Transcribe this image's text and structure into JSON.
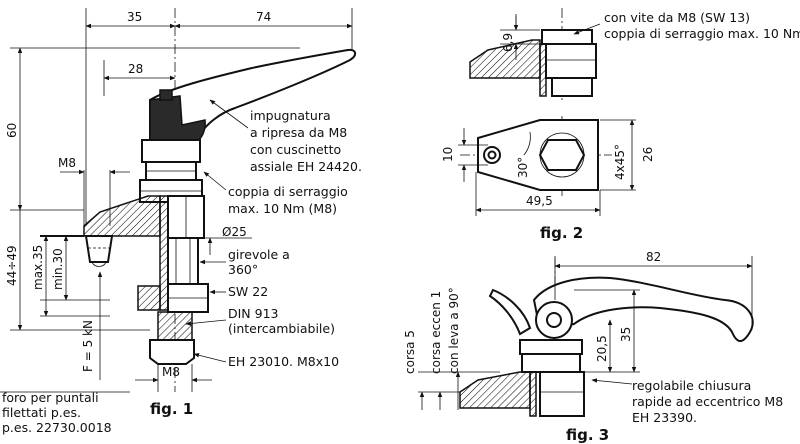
{
  "fig1": {
    "caption": "fig. 1",
    "dim_35": "35",
    "dim_74": "74",
    "dim_28": "28",
    "dim_60": "60",
    "dim_m8_top": "M8",
    "dim_4449": "44÷49",
    "dim_max35": "max.35",
    "dim_min30": "min.30",
    "dim_f5kn": "F = 5 kN",
    "dim_d25": "Ø25",
    "dim_m8_bottom": "M8",
    "note_handle": [
      "impugnatura",
      "a ripresa da M8",
      "con cuscinetto",
      "assiale EH 24420."
    ],
    "note_torque": [
      "coppia di serraggio",
      "max. 10 Nm (M8)"
    ],
    "note_swivel": [
      "girevole a",
      "360°"
    ],
    "note_sw22": "SW 22",
    "note_din": [
      "DIN 913",
      "(intercambiabile)"
    ],
    "note_eh23010": "EH 23010. M8x10",
    "note_holes": [
      "foro per puntali",
      "filettati p.es.",
      "p.es. 22730.0018"
    ]
  },
  "fig2": {
    "caption": "fig. 2",
    "note_screw": [
      "con vite da M8 (SW 13)",
      "coppia di serraggio max. 10 Nm"
    ],
    "dim_69": "6,9",
    "dim_10": "10",
    "dim_30deg": "30°",
    "dim_4x45": "4x45°",
    "dim_26": "26",
    "dim_495": "49,5"
  },
  "fig3": {
    "caption": "fig. 3",
    "dim_82": "82",
    "dim_35": "35",
    "dim_205": "20,5",
    "label_corsa5": "corsa 5",
    "label_corsa_eccen": "corsa eccen 1",
    "label_leva": "con leva a 90°",
    "note_cam": [
      "regolabile chiusura",
      "rapide ad eccentrico M8",
      "EH 23390."
    ]
  }
}
